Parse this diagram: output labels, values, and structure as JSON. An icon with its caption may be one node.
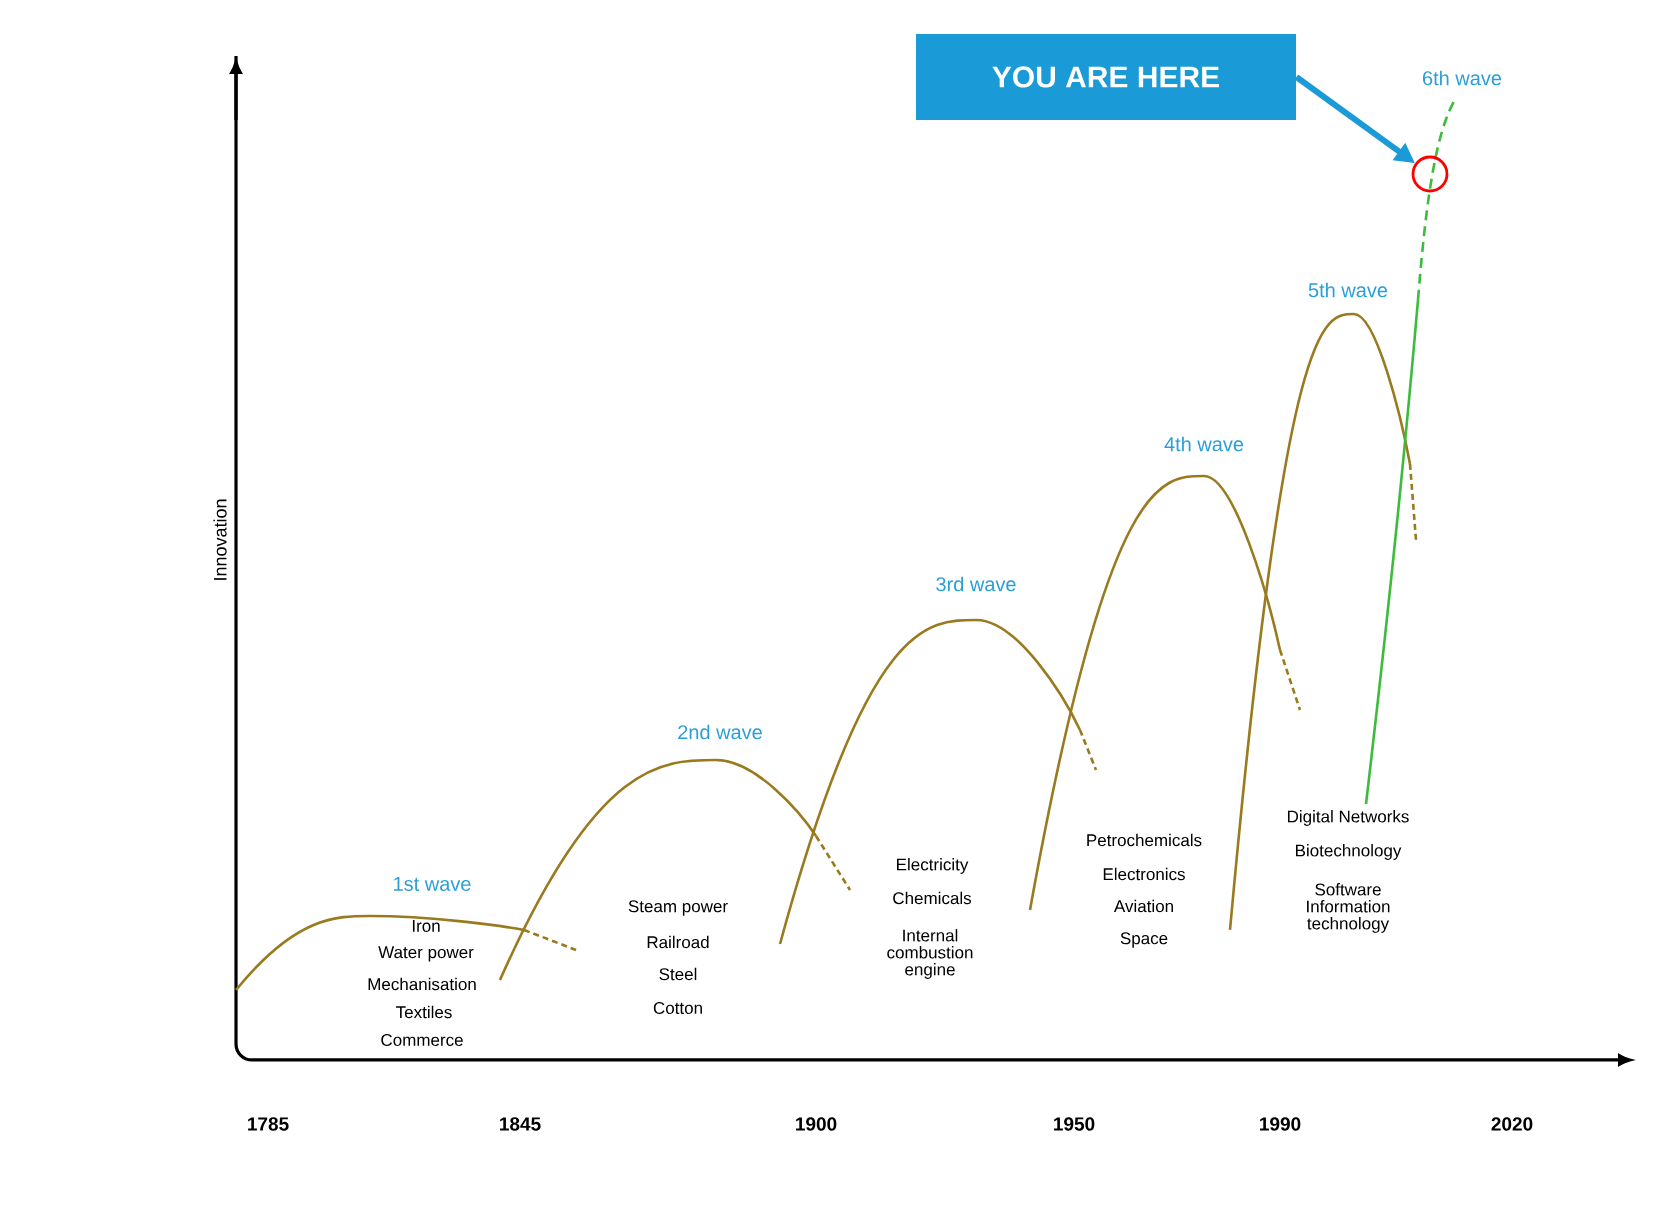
{
  "diagram": {
    "nodes": [
      {
        "text": [
          "YOU ARE HERE"
        ]
      },
      {
        "text": [],
        "shape": "circle"
      }
    ],
    "edges": [
      {
        "from": 0,
        "to": 1,
        "arrow": "to"
      }
    ],
    "labels": [
      "6th wave",
      "5th wave",
      "4th wave",
      "3rd wave",
      "2nd wave",
      "1st wave",
      "Innovation",
      "Iron",
      "Water power",
      "Mechanisation",
      "Textiles",
      "Commerce",
      "Steam power",
      "Railroad",
      "Steel",
      "Cotton",
      "Electricity",
      "Chemicals",
      "Internal combustion engine",
      "Petrochemicals",
      "Electronics",
      "Aviation",
      "Space",
      "Digital Networks",
      "Biotechnology",
      "Software Information technology",
      "1785",
      "1845",
      "1900",
      "1950",
      "1990",
      "2020"
    ]
  }
}
